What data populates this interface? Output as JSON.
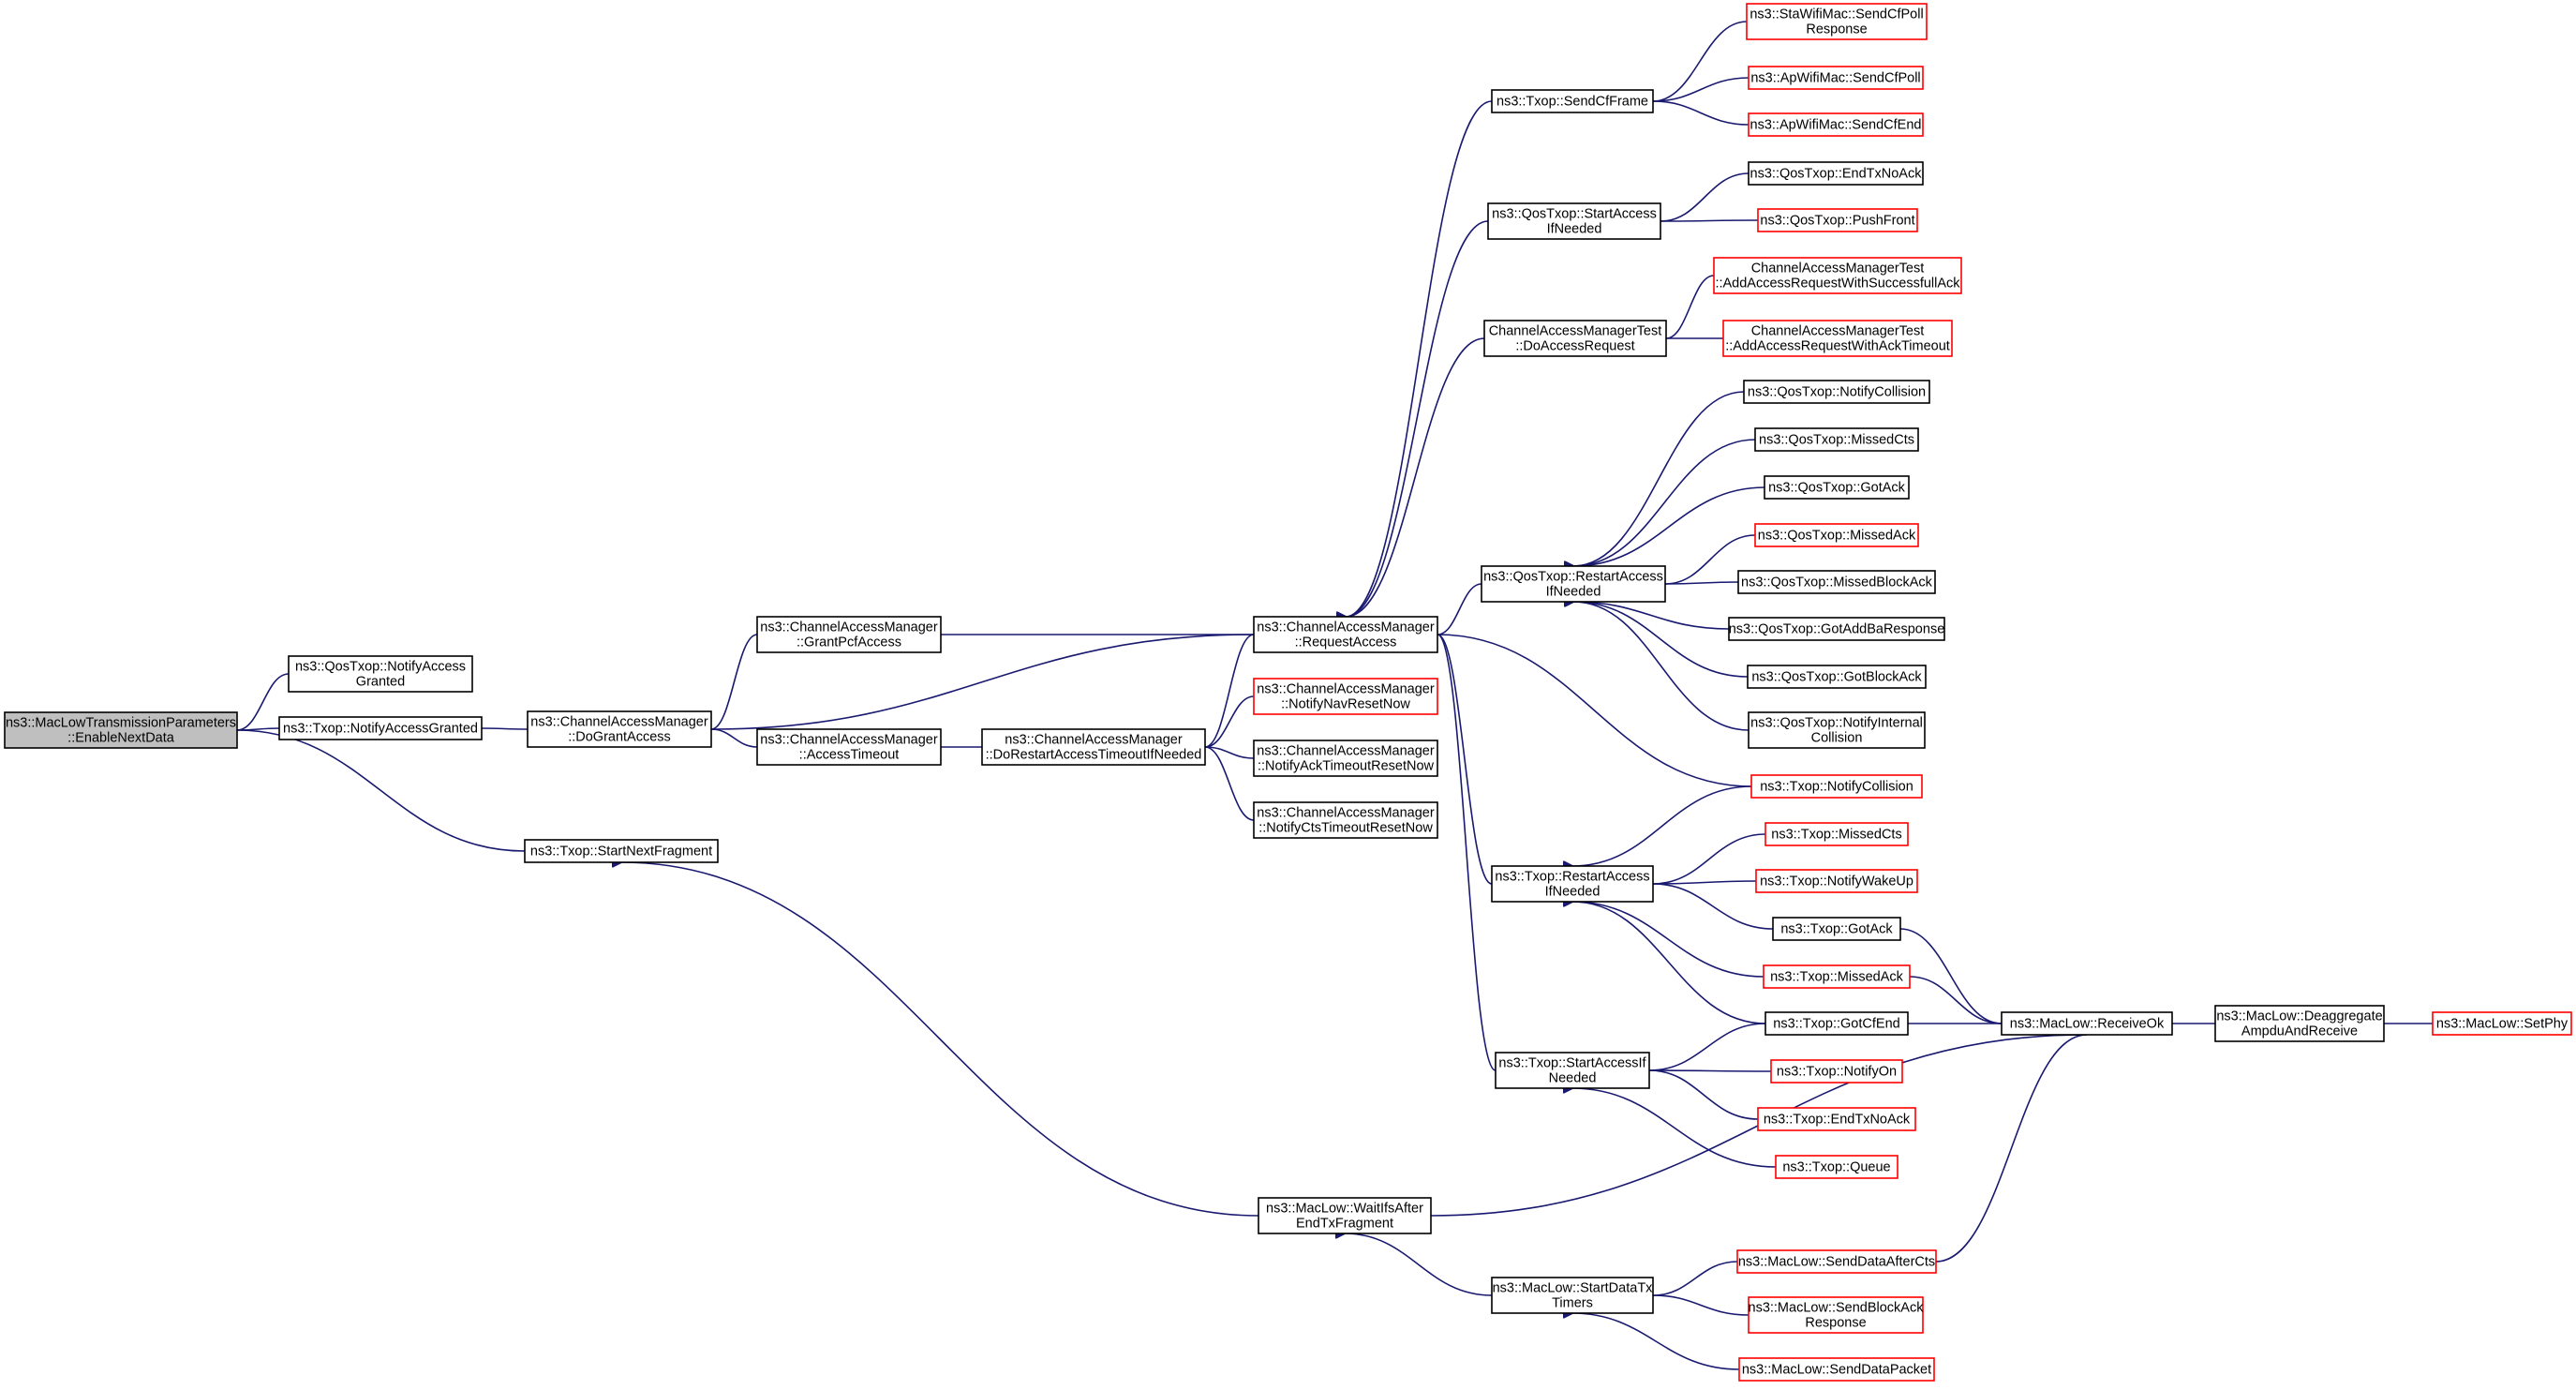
{
  "colors": {
    "edge": "#191970",
    "root_fill": "#bfbfbf",
    "black_border": "#000000",
    "red_border": "#ff0000"
  },
  "nodes": [
    {
      "id": "root",
      "lines": [
        "ns3::MacLowTransmissionParameters",
        "::EnableNextData"
      ],
      "border": "root"
    },
    {
      "id": "qostxop_notifyaccessgranted",
      "lines": [
        "ns3::QosTxop::NotifyAccess",
        "Granted"
      ],
      "border": "black"
    },
    {
      "id": "txop_notifyaccessgranted",
      "lines": [
        "ns3::Txop::NotifyAccessGranted"
      ],
      "border": "black"
    },
    {
      "id": "txop_startnextfragment",
      "lines": [
        "ns3::Txop::StartNextFragment"
      ],
      "border": "black"
    },
    {
      "id": "cam_dograntaccess",
      "lines": [
        "ns3::ChannelAccessManager",
        "::DoGrantAccess"
      ],
      "border": "black"
    },
    {
      "id": "cam_grantpcfaccess",
      "lines": [
        "ns3::ChannelAccessManager",
        "::GrantPcfAccess"
      ],
      "border": "black"
    },
    {
      "id": "cam_accesstimeout",
      "lines": [
        "ns3::ChannelAccessManager",
        "::AccessTimeout"
      ],
      "border": "black"
    },
    {
      "id": "cam_dorestartaccess",
      "lines": [
        "ns3::ChannelAccessManager",
        "::DoRestartAccessTimeoutIfNeeded"
      ],
      "border": "black"
    },
    {
      "id": "cam_requestaccess",
      "lines": [
        "ns3::ChannelAccessManager",
        "::RequestAccess"
      ],
      "border": "black"
    },
    {
      "id": "cam_notifynavreset",
      "lines": [
        "ns3::ChannelAccessManager",
        "::NotifyNavResetNow"
      ],
      "border": "red"
    },
    {
      "id": "cam_notifyacktimeout",
      "lines": [
        "ns3::ChannelAccessManager",
        "::NotifyAckTimeoutResetNow"
      ],
      "border": "black"
    },
    {
      "id": "cam_notifyctstimeout",
      "lines": [
        "ns3::ChannelAccessManager",
        "::NotifyCtsTimeoutResetNow"
      ],
      "border": "black"
    },
    {
      "id": "txop_sendcfframe",
      "lines": [
        "ns3::Txop::SendCfFrame"
      ],
      "border": "black"
    },
    {
      "id": "qostxop_startaccessifneeded",
      "lines": [
        "ns3::QosTxop::StartAccess",
        "IfNeeded"
      ],
      "border": "black"
    },
    {
      "id": "camtest_doaccessrequest",
      "lines": [
        "ChannelAccessManagerTest",
        "::DoAccessRequest"
      ],
      "border": "black"
    },
    {
      "id": "qostxop_restartaccessifneeded",
      "lines": [
        "ns3::QosTxop::RestartAccess",
        "IfNeeded"
      ],
      "border": "black"
    },
    {
      "id": "txop_restartaccessifneeded",
      "lines": [
        "ns3::Txop::RestartAccess",
        "IfNeeded"
      ],
      "border": "black"
    },
    {
      "id": "txop_startaccessifneeded",
      "lines": [
        "ns3::Txop::StartAccessIf",
        "Needed"
      ],
      "border": "black"
    },
    {
      "id": "maclow_waitifsafter",
      "lines": [
        "ns3::MacLow::WaitIfsAfter",
        "EndTxFragment"
      ],
      "border": "black"
    },
    {
      "id": "maclow_startdatatxtimers",
      "lines": [
        "ns3::MacLow::StartDataTx",
        "Timers"
      ],
      "border": "black"
    },
    {
      "id": "stawifimac_sendcfpoll",
      "lines": [
        "ns3::StaWifiMac::SendCfPoll",
        "Response"
      ],
      "border": "red"
    },
    {
      "id": "apwifimac_sendcfpoll",
      "lines": [
        "ns3::ApWifiMac::SendCfPoll"
      ],
      "border": "red"
    },
    {
      "id": "apwifimac_sendcfend",
      "lines": [
        "ns3::ApWifiMac::SendCfEnd"
      ],
      "border": "red"
    },
    {
      "id": "qostxop_endtxnoack",
      "lines": [
        "ns3::QosTxop::EndTxNoAck"
      ],
      "border": "black"
    },
    {
      "id": "qostxop_pushfront",
      "lines": [
        "ns3::QosTxop::PushFront"
      ],
      "border": "red"
    },
    {
      "id": "camtest_successfullack",
      "lines": [
        "ChannelAccessManagerTest",
        "::AddAccessRequestWithSuccessfullAck"
      ],
      "border": "red"
    },
    {
      "id": "camtest_acktimeout",
      "lines": [
        "ChannelAccessManagerTest",
        "::AddAccessRequestWithAckTimeout"
      ],
      "border": "red"
    },
    {
      "id": "qostxop_notifycollision",
      "lines": [
        "ns3::QosTxop::NotifyCollision"
      ],
      "border": "black"
    },
    {
      "id": "qostxop_missedcts",
      "lines": [
        "ns3::QosTxop::MissedCts"
      ],
      "border": "black"
    },
    {
      "id": "qostxop_gotack",
      "lines": [
        "ns3::QosTxop::GotAck"
      ],
      "border": "black"
    },
    {
      "id": "qostxop_missedack",
      "lines": [
        "ns3::QosTxop::MissedAck"
      ],
      "border": "red"
    },
    {
      "id": "qostxop_missedblockack",
      "lines": [
        "ns3::QosTxop::MissedBlockAck"
      ],
      "border": "black"
    },
    {
      "id": "qostxop_gotaddbaresponse",
      "lines": [
        "ns3::QosTxop::GotAddBaResponse"
      ],
      "border": "black"
    },
    {
      "id": "qostxop_gotblockack",
      "lines": [
        "ns3::QosTxop::GotBlockAck"
      ],
      "border": "black"
    },
    {
      "id": "qostxop_notifyinternalcollision",
      "lines": [
        "ns3::QosTxop::NotifyInternal",
        "Collision"
      ],
      "border": "black"
    },
    {
      "id": "txop_notifycollision",
      "lines": [
        "ns3::Txop::NotifyCollision"
      ],
      "border": "red"
    },
    {
      "id": "txop_missedcts",
      "lines": [
        "ns3::Txop::MissedCts"
      ],
      "border": "red"
    },
    {
      "id": "txop_notifywakeup",
      "lines": [
        "ns3::Txop::NotifyWakeUp"
      ],
      "border": "red"
    },
    {
      "id": "txop_gotack",
      "lines": [
        "ns3::Txop::GotAck"
      ],
      "border": "black"
    },
    {
      "id": "txop_missedack",
      "lines": [
        "ns3::Txop::MissedAck"
      ],
      "border": "red"
    },
    {
      "id": "txop_gotcfend",
      "lines": [
        "ns3::Txop::GotCfEnd"
      ],
      "border": "black"
    },
    {
      "id": "txop_notifyon",
      "lines": [
        "ns3::Txop::NotifyOn"
      ],
      "border": "red"
    },
    {
      "id": "txop_endtxnoack",
      "lines": [
        "ns3::Txop::EndTxNoAck"
      ],
      "border": "red"
    },
    {
      "id": "txop_queue",
      "lines": [
        "ns3::Txop::Queue"
      ],
      "border": "red"
    },
    {
      "id": "maclow_senddataaftercts",
      "lines": [
        "ns3::MacLow::SendDataAfterCts"
      ],
      "border": "red"
    },
    {
      "id": "maclow_sendblockack",
      "lines": [
        "ns3::MacLow::SendBlockAck",
        "Response"
      ],
      "border": "red"
    },
    {
      "id": "maclow_senddatapacket",
      "lines": [
        "ns3::MacLow::SendDataPacket"
      ],
      "border": "red"
    },
    {
      "id": "maclow_receiveok",
      "lines": [
        "ns3::MacLow::ReceiveOk"
      ],
      "border": "black"
    },
    {
      "id": "maclow_deaggregate",
      "lines": [
        "ns3::MacLow::Deaggregate",
        "AmpduAndReceive"
      ],
      "border": "black"
    },
    {
      "id": "maclow_setphy",
      "lines": [
        "ns3::MacLow::SetPhy"
      ],
      "border": "red"
    }
  ]
}
